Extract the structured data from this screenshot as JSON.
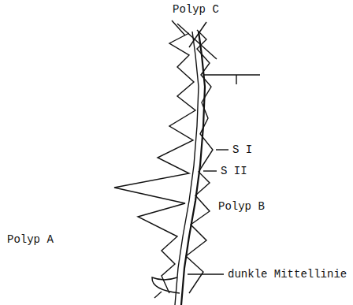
{
  "diagram": {
    "labels": [
      "Polyp C",
      "S I",
      "S II",
      "Polyp B",
      "Polyp A",
      "dunkle Mittellinie"
    ]
  }
}
